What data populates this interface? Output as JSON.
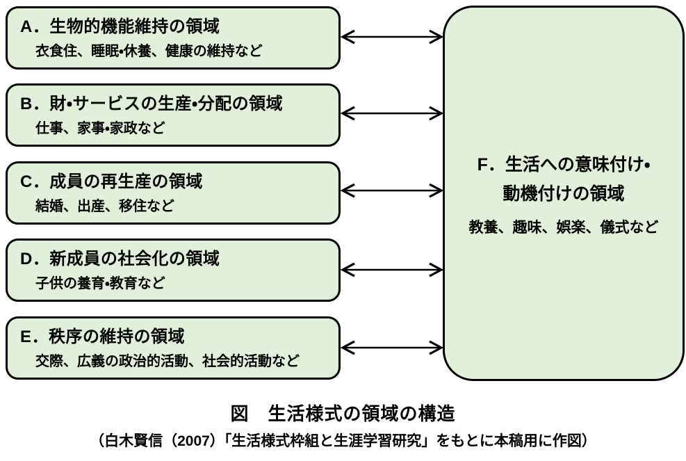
{
  "diagram": {
    "title_caption": "図　生活様式の領域の構造",
    "source_caption": "（白木賢信（2007）「生活様式枠組と生涯学習研究」をもとに本稿用に作図）",
    "left_boxes": [
      {
        "id": "A",
        "label": "A．生物的機能維持の領域",
        "examples": "衣食住、睡眠・休養、健康の維持など"
      },
      {
        "id": "B",
        "label": "B．財・サービスの生産・分配の領域",
        "examples": "仕事、家事・家政など"
      },
      {
        "id": "C",
        "label": "C．成員の再生産の領域",
        "examples": "結婚、出産、移住など"
      },
      {
        "id": "D",
        "label": "D．新成員の社会化の領域",
        "examples": "子供の養育・教育など"
      },
      {
        "id": "E",
        "label": "E．秩序の維持の領域",
        "examples": "交際、広義の政治的活動、社会的活動など"
      }
    ],
    "right_box": {
      "id": "F",
      "label_line1": "F．生活への意味付け・",
      "label_line2": "動機付けの領域",
      "examples": "教養、趣味、娯楽、儀式など"
    },
    "connectors": [
      {
        "from": "A",
        "to": "F",
        "type": "bidirectional-arrow"
      },
      {
        "from": "B",
        "to": "F",
        "type": "bidirectional-arrow"
      },
      {
        "from": "C",
        "to": "F",
        "type": "bidirectional-arrow"
      },
      {
        "from": "D",
        "to": "F",
        "type": "bidirectional-arrow"
      },
      {
        "from": "E",
        "to": "F",
        "type": "bidirectional-arrow"
      }
    ],
    "colors": {
      "box_fill": "#e2efda",
      "box_border": "#000000",
      "arrow": "#000000",
      "text": "#000000",
      "background": "#ffffff"
    }
  }
}
